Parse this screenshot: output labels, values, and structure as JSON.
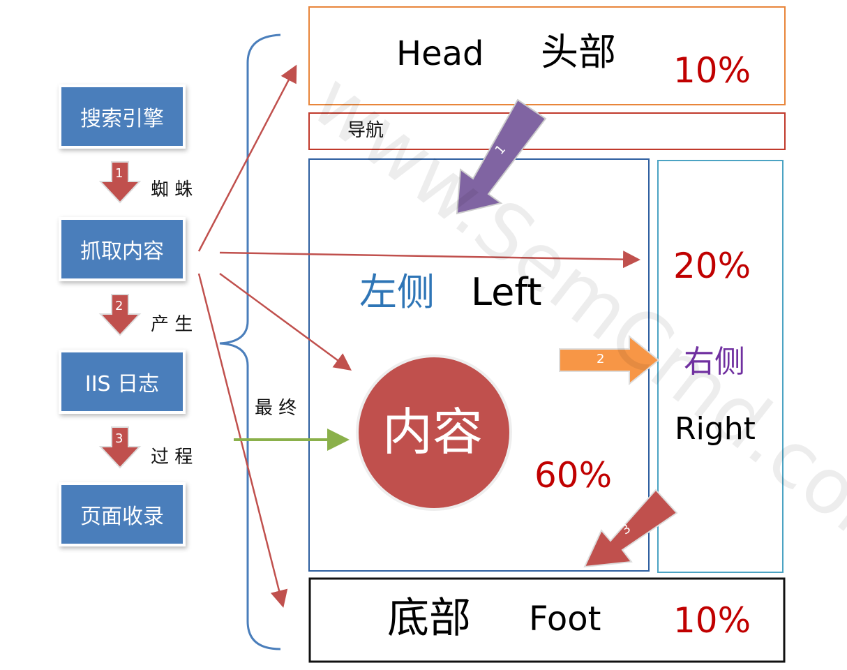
{
  "watermark": "www.SemCmd.com",
  "process": {
    "steps": [
      "搜索引擎",
      "抓取内容",
      "IIS 日志",
      "页面收录"
    ],
    "arrows": [
      {
        "num": "1",
        "label": "蜘 蛛"
      },
      {
        "num": "2",
        "label": "产 生"
      },
      {
        "num": "3",
        "label": "过 程"
      }
    ],
    "final_label": "最 终"
  },
  "layout": {
    "head": {
      "en": "Head",
      "zh": "头部",
      "pct": "10%"
    },
    "nav": {
      "zh": "导航"
    },
    "left": {
      "zh": "左侧",
      "en": "Left"
    },
    "content": {
      "zh": "内容",
      "pct": "60%"
    },
    "right": {
      "pct": "20%",
      "zh": "右侧",
      "en": "Right"
    },
    "foot": {
      "zh": "底部",
      "en": "Foot",
      "pct": "10%"
    },
    "flow": [
      "1",
      "2",
      "3"
    ]
  },
  "colors": {
    "box_blue": "#4a7ebb",
    "pct_red": "#c00000",
    "circle": "#c0504d",
    "purple": "#7030a0"
  }
}
